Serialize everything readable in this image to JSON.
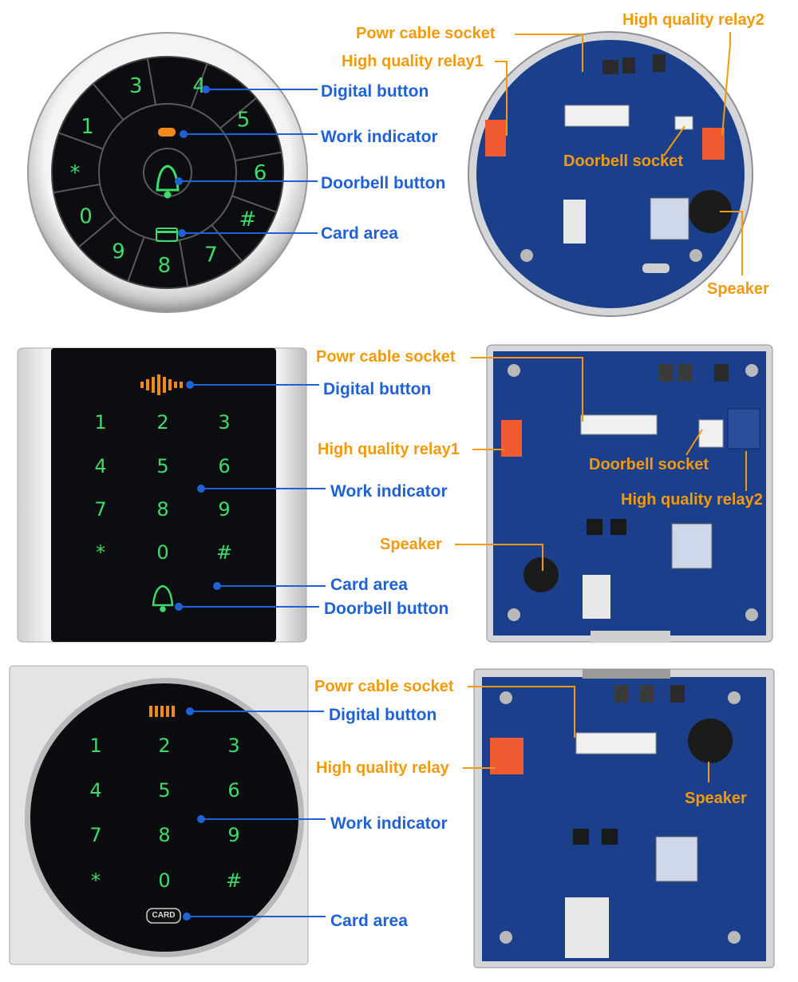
{
  "colors": {
    "callout_blue": "#1f62d6",
    "callout_orange": "#f39a0a",
    "key_green": "#3ddc6a",
    "key_orange": "#f08a1a",
    "pcb_blue": "#1c3f8c"
  },
  "panel1": {
    "left_labels": [
      "Digital button",
      "Work indicator",
      "Doorbell button",
      "Card area"
    ],
    "right_labels": {
      "power": "Powr cable socket",
      "relay1": "High quality relay1",
      "relay2": "High quality relay2",
      "doorbell": "Doorbell socket",
      "speaker": "Speaker"
    },
    "keys": [
      "3",
      "4",
      "5",
      "6",
      "#",
      "7",
      "8",
      "9",
      "0",
      "*",
      "1"
    ],
    "card_text": "CARD"
  },
  "panel2": {
    "left_labels": [
      "Digital button",
      "Work indicator",
      "Card area",
      "Doorbell button"
    ],
    "right_labels": {
      "power": "Powr cable socket",
      "relay1": "High quality relay1",
      "doorbell": "Doorbell socket",
      "relay2": "High quality relay2",
      "speaker": "Speaker"
    },
    "keys": [
      "1",
      "2",
      "3",
      "4",
      "5",
      "6",
      "7",
      "8",
      "9",
      "*",
      "0",
      "#"
    ]
  },
  "panel3": {
    "left_labels": [
      "Digital button",
      "Work indicator",
      "Card area"
    ],
    "right_labels": {
      "power": "Powr cable socket",
      "relay": "High quality relay",
      "speaker": "Speaker"
    },
    "keys": [
      "1",
      "2",
      "3",
      "4",
      "5",
      "6",
      "7",
      "8",
      "9",
      "*",
      "0",
      "#"
    ],
    "card_text": "CARD"
  }
}
